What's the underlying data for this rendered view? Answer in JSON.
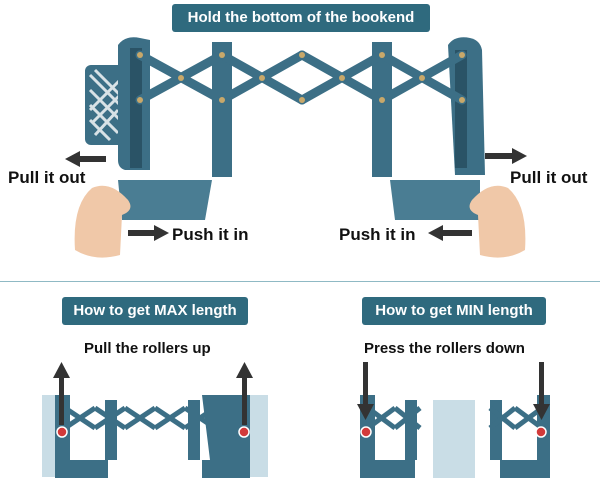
{
  "top": {
    "title": "Hold the bottom of the bookend",
    "pull_left": "Pull it out",
    "pull_right": "Pull it out",
    "push_left": "Push it in",
    "push_right": "Push it in"
  },
  "max_panel": {
    "title": "How to get MAX length",
    "instruction": "Pull the rollers up"
  },
  "min_panel": {
    "title": "How to get MIN length",
    "instruction": "Press the rollers down"
  },
  "colors": {
    "steel_blue": "#3c6f86",
    "steel_dark": "#2a5366",
    "pill": "#2f6a7e",
    "roller_red": "#d23a3a",
    "pale_blue": "#c9dde6",
    "skin": "#f0c8a8"
  }
}
